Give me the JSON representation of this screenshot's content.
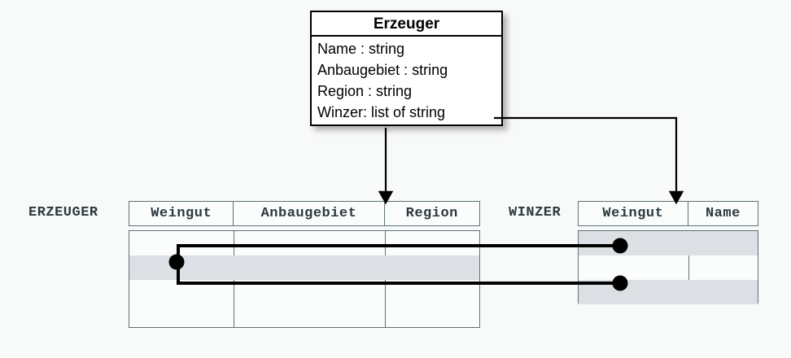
{
  "diagram": {
    "background_color": "#f8f9f9",
    "line_color": "#000000",
    "table_border_color": "#5e7278",
    "row_highlight_color": "#dcdfe3",
    "label_color": "#2c393f"
  },
  "uml_class": {
    "name": "Erzeuger",
    "attributes": [
      "Name : string",
      "Anbaugebiet : string",
      "Region : string",
      "Winzer: list of string"
    ]
  },
  "tables": [
    {
      "name": "ERZEUGER",
      "columns": [
        "Weingut",
        "Anbaugebiet",
        "Region"
      ],
      "rows": [
        {
          "cells": [
            "",
            "",
            ""
          ],
          "highlighted": false
        },
        {
          "cells": [
            "",
            "",
            ""
          ],
          "highlighted": true
        },
        {
          "cells": [
            "",
            "",
            ""
          ],
          "highlighted": false
        },
        {
          "cells": [
            "",
            "",
            ""
          ],
          "highlighted": false
        }
      ]
    },
    {
      "name": "WINZER",
      "columns": [
        "Weingut",
        "Name"
      ],
      "rows": [
        {
          "cells": [
            "",
            ""
          ],
          "highlighted": true
        },
        {
          "cells": [
            "",
            ""
          ],
          "highlighted": false
        },
        {
          "cells": [
            "",
            ""
          ],
          "highlighted": true
        }
      ]
    }
  ],
  "connectors": {
    "mapping_arrows": [
      {
        "from": "Erzeuger class",
        "to": "ERZEUGER table",
        "style": "arrow-down"
      },
      {
        "from": "Winzer: list of string",
        "to": "WINZER table Weingut column",
        "style": "elbow-arrow-down"
      }
    ],
    "value_links": [
      {
        "from": "ERZEUGER row 2 Weingut",
        "to": "WINZER row 1 Weingut"
      },
      {
        "from": "ERZEUGER row 2 Weingut",
        "to": "WINZER row 3 Weingut"
      }
    ]
  }
}
